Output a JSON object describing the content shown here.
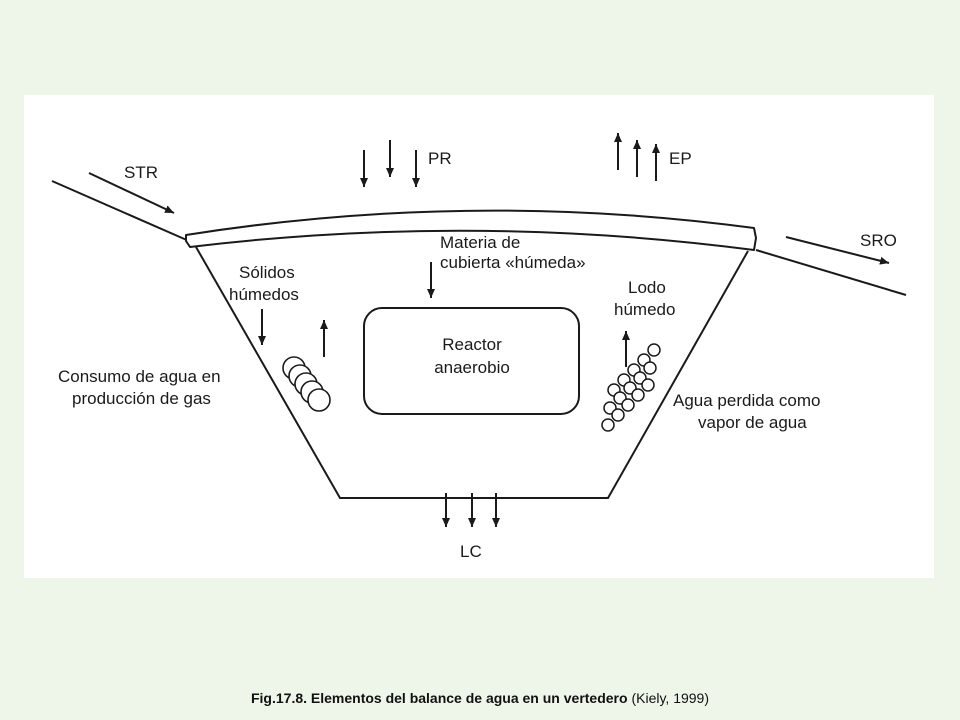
{
  "labels": {
    "str": "STR",
    "pr": "PR",
    "ep": "EP",
    "sro": "SRO",
    "lc": "LC",
    "cover_l1": "Materia de",
    "cover_l2": "cubierta «húmeda»",
    "solids_l1": "Sólidos",
    "solids_l2": "húmedos",
    "sludge_l1": "Lodo",
    "sludge_l2": "húmedo",
    "reactor_l1": "Reactor",
    "reactor_l2": "anaerobio",
    "gas_l1": "Consumo de agua en",
    "gas_l2": "producción de gas",
    "vapor_l1": "Agua perdida como",
    "vapor_l2": "vapor de agua"
  },
  "caption": {
    "bold": "Fig.17.8. Elementos del balance de agua en un vertedero",
    "ref": " (Kiely, 1999)"
  }
}
